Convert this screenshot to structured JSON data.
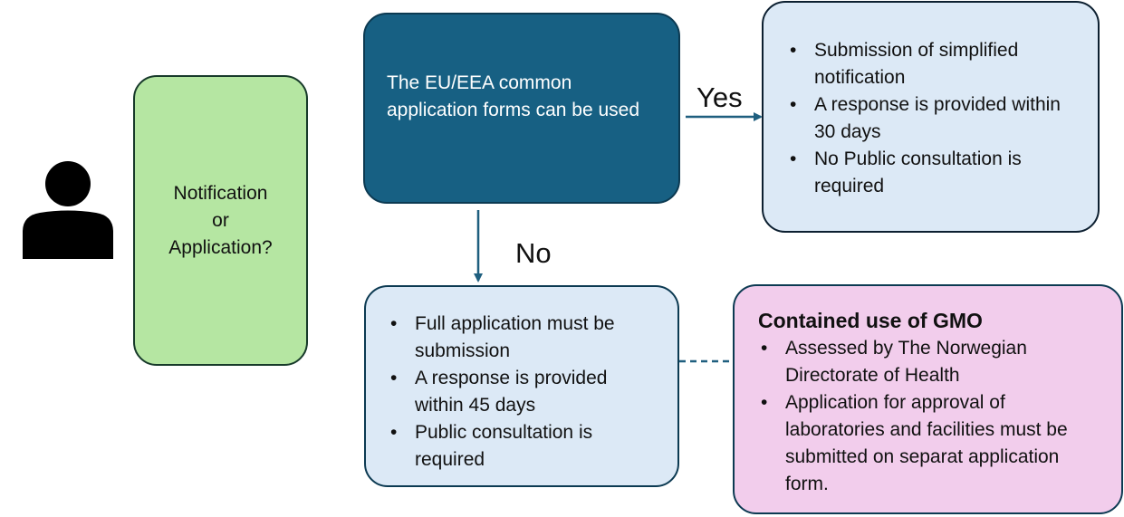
{
  "question_box": {
    "lines": [
      "Notification",
      "or",
      "Application?"
    ]
  },
  "decision_box": {
    "text": "The EU/EEA common application forms can be used"
  },
  "yes_branch": {
    "label": "Yes",
    "items": [
      "Submission of simplified notification",
      "A response is provided within 30 days",
      "No Public consultation is required"
    ]
  },
  "no_branch": {
    "label": "No",
    "items": [
      "Full application must be submission",
      "A response is provided within 45 days",
      "Public consultation is required"
    ]
  },
  "gmo_box": {
    "title": "Contained use of GMO",
    "items": [
      "Assessed by The Norwegian Directorate of Health",
      "Application for approval of laboratories and facilities must be submitted on separat application form."
    ]
  },
  "colors": {
    "question_fill": "#b5e6a2",
    "decision_fill": "#176083",
    "info_fill": "#dce9f6",
    "gmo_fill": "#f2cdec",
    "connector": "#1f5f7f"
  }
}
